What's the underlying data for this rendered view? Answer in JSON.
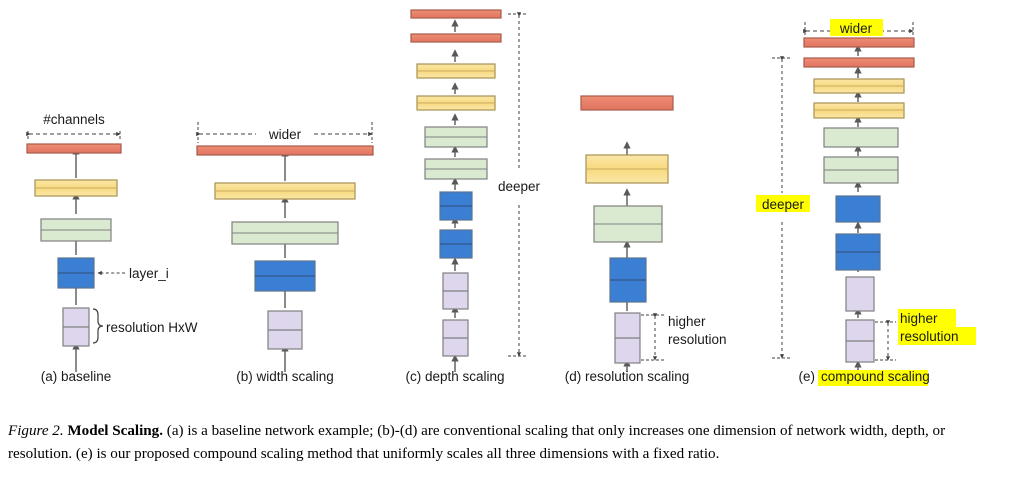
{
  "figure": {
    "caption": {
      "label": "Figure 2.",
      "bold_title": "Model Scaling.",
      "text": "(a) is a baseline network example; (b)-(d) are conventional scaling that only increases one dimension of network width, depth, or resolution. (e) is our proposed compound scaling method that uniformly scales all three dimensions with a fixed ratio."
    },
    "colors": {
      "salmon": "#e8806b",
      "salmon_stroke": "#a85a4a",
      "yellow": "#f9dd8e",
      "yellow_stroke": "#b09a52",
      "green": "#d9ead1",
      "green_stroke": "#808080",
      "blue": "#3b7fd4",
      "blue_stroke": "#4a6b8a",
      "purple": "#ddd6ec",
      "purple_stroke": "#808080",
      "arrow": "#595959",
      "dashed": "#404040",
      "highlight": "#ffff00"
    },
    "panels": [
      {
        "id": "a",
        "caption": "(a) baseline",
        "highlighted": false,
        "annotations": [
          {
            "name": "channels",
            "text": "#channels",
            "highlighted": false
          },
          {
            "name": "layer-i",
            "text": "layer_i",
            "highlighted": false
          },
          {
            "name": "resolution",
            "text": "resolution HxW",
            "highlighted": false
          }
        ],
        "blocks": [
          {
            "type": "purple",
            "label": "resolution-block",
            "divisions": 2
          },
          {
            "type": "blue",
            "label": "layer-block",
            "divisions": 2
          },
          {
            "type": "green",
            "label": "green-block",
            "divisions": 2
          },
          {
            "type": "yellow",
            "label": "yellow-block",
            "divisions": 2
          },
          {
            "type": "salmon",
            "label": "channels-block",
            "divisions": 1
          }
        ]
      },
      {
        "id": "b",
        "caption": "(b) width scaling",
        "highlighted": false,
        "annotations": [
          {
            "name": "wider",
            "text": "wider",
            "highlighted": false
          }
        ],
        "blocks": [
          {
            "type": "purple",
            "label": "resolution-block",
            "divisions": 2
          },
          {
            "type": "blue",
            "label": "layer-block",
            "divisions": 2
          },
          {
            "type": "green",
            "label": "green-block",
            "divisions": 2
          },
          {
            "type": "yellow",
            "label": "yellow-block",
            "divisions": 2
          },
          {
            "type": "salmon",
            "label": "channels-block",
            "divisions": 1
          }
        ]
      },
      {
        "id": "c",
        "caption": "(c) depth scaling",
        "highlighted": false,
        "annotations": [
          {
            "name": "deeper",
            "text": "deeper",
            "highlighted": false
          }
        ],
        "blocks": [
          {
            "type": "purple",
            "label": "resolution-block",
            "divisions": 2
          },
          {
            "type": "purple",
            "label": "resolution-block",
            "divisions": 2
          },
          {
            "type": "blue",
            "label": "layer-block",
            "divisions": 2
          },
          {
            "type": "blue",
            "label": "layer-block",
            "divisions": 2
          },
          {
            "type": "green",
            "label": "green-block",
            "divisions": 2
          },
          {
            "type": "green",
            "label": "green-block",
            "divisions": 2
          },
          {
            "type": "yellow",
            "label": "yellow-block",
            "divisions": 2
          },
          {
            "type": "yellow",
            "label": "yellow-block",
            "divisions": 2
          },
          {
            "type": "salmon",
            "label": "channels-block",
            "divisions": 1
          },
          {
            "type": "salmon",
            "label": "channels-block",
            "divisions": 1
          }
        ]
      },
      {
        "id": "d",
        "caption": "(d) resolution scaling",
        "highlighted": false,
        "annotations": [
          {
            "name": "higher-resolution",
            "text": "higher",
            "text2": "resolution",
            "highlighted": false
          }
        ],
        "blocks": [
          {
            "type": "purple",
            "label": "resolution-block",
            "divisions": 2
          },
          {
            "type": "blue",
            "label": "layer-block",
            "divisions": 2
          },
          {
            "type": "green",
            "label": "green-block",
            "divisions": 2
          },
          {
            "type": "yellow",
            "label": "yellow-block",
            "divisions": 2
          },
          {
            "type": "salmon",
            "label": "channels-block",
            "divisions": 1
          }
        ]
      },
      {
        "id": "e",
        "caption_prefix": "(e) ",
        "caption_highlight": "compound scaling",
        "caption": "(e) compound scaling",
        "highlighted": true,
        "annotations": [
          {
            "name": "wider",
            "text": "wider",
            "highlighted": true
          },
          {
            "name": "deeper",
            "text": "deeper",
            "highlighted": true
          },
          {
            "name": "higher-resolution",
            "text": "higher",
            "text2": "resolution",
            "highlighted": true
          }
        ],
        "blocks": [
          {
            "type": "purple",
            "label": "resolution-block",
            "divisions": 2
          },
          {
            "type": "purple",
            "label": "resolution-block",
            "divisions": 1
          },
          {
            "type": "blue",
            "label": "layer-block",
            "divisions": 2
          },
          {
            "type": "blue",
            "label": "layer-block",
            "divisions": 1
          },
          {
            "type": "green",
            "label": "green-block",
            "divisions": 2
          },
          {
            "type": "green",
            "label": "green-block",
            "divisions": 1
          },
          {
            "type": "yellow",
            "label": "yellow-block",
            "divisions": 1
          },
          {
            "type": "yellow",
            "label": "yellow-block",
            "divisions": 1
          },
          {
            "type": "salmon",
            "label": "channels-block",
            "divisions": 1
          },
          {
            "type": "salmon",
            "label": "channels-block",
            "divisions": 1
          }
        ]
      }
    ]
  }
}
